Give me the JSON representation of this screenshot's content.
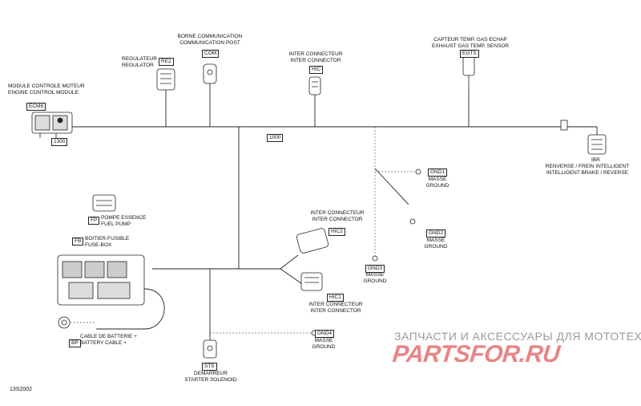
{
  "diagram": {
    "id": "13S2002",
    "ref_1000": "1000",
    "ref_1300": "1300"
  },
  "components": {
    "ecm": {
      "label_fr": "MODULE CONTROLE MOTEUR",
      "label_en": "ENGINE CONTROL MODULE",
      "code": "ECM8"
    },
    "re2": {
      "label_fr": "REGULATEUR",
      "label_en": "REGULATOR",
      "code": "RE2"
    },
    "com": {
      "label_fr": "BORNE COMMUNICATION",
      "label_en": "COMMUNICATION POST",
      "code": "COM"
    },
    "hic": {
      "label_fr": "INTER CONNECTEUR",
      "label_en": "INTER CONNECTOR",
      "code": "HIC"
    },
    "egts": {
      "label_fr": "CAPTEUR TEMP. GAS ECHAP",
      "label_en": "EXHAUST GAS TEMP. SENSOR",
      "code": "EGTS"
    },
    "ibr": {
      "code": "IBR",
      "label_fr": "RENVERSE / FREIN INTELLIGENT",
      "label_en": "INTELLIGENT BRAKE / REVERSE"
    },
    "gnd1": {
      "code": "GND1",
      "label_fr": "MASSE",
      "label_en": "GROUND"
    },
    "gnd2": {
      "code": "GND2",
      "label_fr": "MASSE",
      "label_en": "GROUND"
    },
    "gnd3": {
      "code": "GND3",
      "label_fr": "MASSE",
      "label_en": "GROUND"
    },
    "gnd4": {
      "code": "GND4",
      "label_fr": "MASSE",
      "label_en": "GROUND"
    },
    "fp": {
      "code": "FP",
      "label_fr": "POMPE ESSENCE",
      "label_en": "FUEL PUMP"
    },
    "fb": {
      "code": "FB",
      "label_fr": "BOITIER-FUSIBLE",
      "label_en": "FUSE-BOX"
    },
    "hic2": {
      "code": "HIC2",
      "label_fr": "INTER CONNECTEUR",
      "label_en": "INTER CONNECTOR"
    },
    "hic1": {
      "code": "HIC1",
      "label_fr": "INTER CONNECTEUR",
      "label_en": "INTER CONNECTOR"
    },
    "bp": {
      "code": "BP",
      "label_fr": "CABLE DE BATTERIE +",
      "label_en": "BATTERY CABLE +"
    },
    "sts": {
      "code": "STS",
      "label_fr": "DEMARREUR",
      "label_en": "STARTER SOLENOID"
    }
  },
  "watermark": {
    "tagline": "ЗАПЧАСТИ И АКСЕССУАРЫ ДЛЯ МОТОТЕХНИКИ",
    "brand": "PARTSFOR.RU",
    "tagline_color": "#9a9a9a",
    "brand_color": "#e88585"
  }
}
